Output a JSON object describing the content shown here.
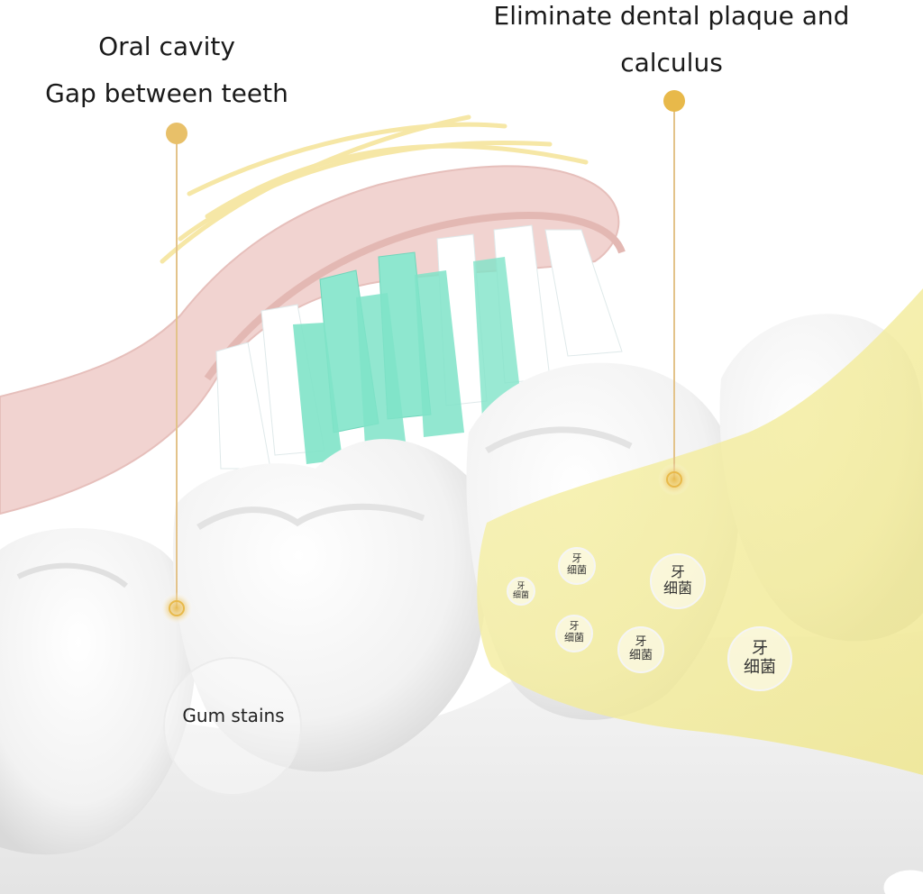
{
  "callouts": {
    "top_left_line1": "Oral cavity",
    "top_left_line2": "Gap between teeth",
    "top_right_line1": "Eliminate dental plaque and",
    "top_right_line2": "calculus",
    "gum": "Gum stains"
  },
  "bacteria": [
    {
      "line1": "牙",
      "line2": "细菌"
    },
    {
      "line1": "牙",
      "line2": "细菌"
    },
    {
      "line1": "牙",
      "line2": "细菌"
    },
    {
      "line1": "牙",
      "line2": "细菌"
    },
    {
      "line1": "牙",
      "line2": "细菌"
    },
    {
      "line1": "牙",
      "line2": "细菌"
    }
  ],
  "colors": {
    "marker": "#e8b94a",
    "plaque_film": "#f3ec9a",
    "brush_handle": "#f1d3d0",
    "bristle_teal": "#7fe3c8",
    "bristle_white": "#ffffff"
  }
}
